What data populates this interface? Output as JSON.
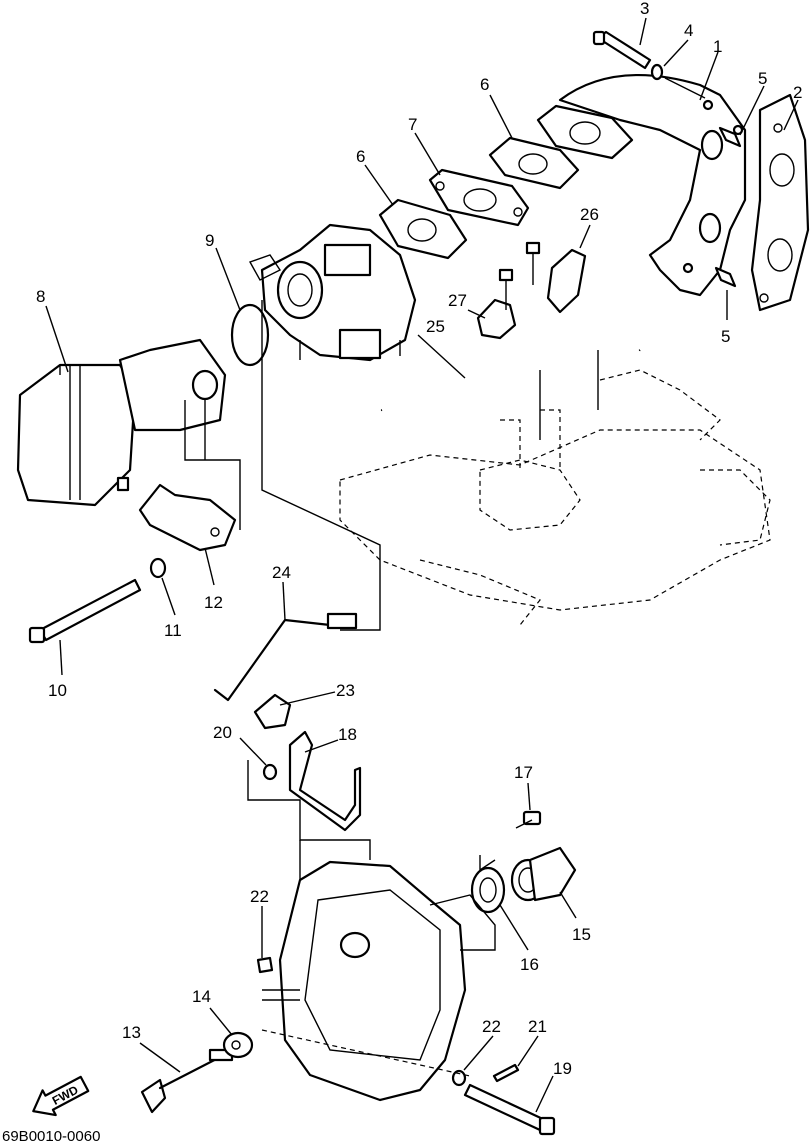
{
  "callouts": {
    "c1": "1",
    "c2": "2",
    "c3": "3",
    "c4": "4",
    "c5a": "5",
    "c5b": "5",
    "c6a": "6",
    "c6b": "6",
    "c7": "7",
    "c8": "8",
    "c9": "9",
    "c10": "10",
    "c11": "11",
    "c12": "12",
    "c13": "13",
    "c14": "14",
    "c15": "15",
    "c16": "16",
    "c17": "17",
    "c18": "18",
    "c19": "19",
    "c20": "20",
    "c21": "21",
    "c22a": "22",
    "c22b": "22",
    "c23": "23",
    "c24": "24",
    "c25": "25",
    "c26": "26",
    "c27": "27"
  },
  "fwd_label": "FWD",
  "catalog_code": "69B0010-0060",
  "icons": {
    "fwd": "fwd-arrow-icon"
  }
}
